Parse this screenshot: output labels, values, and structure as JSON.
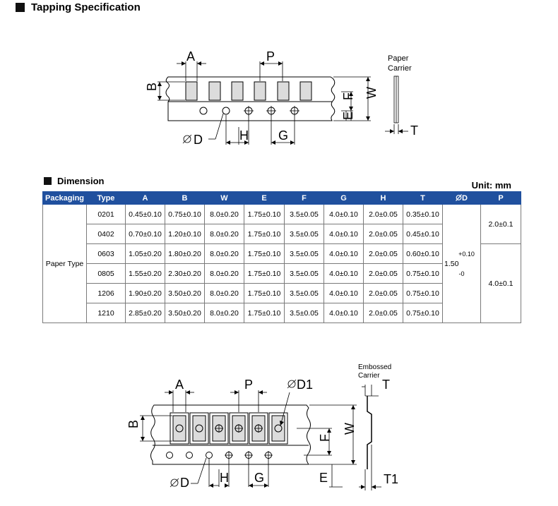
{
  "section1_title": "Tapping Specification",
  "section2_title": "Dimension",
  "unit": "Unit: mm",
  "paper_diagram": {
    "labels": {
      "A": "A",
      "P": "P",
      "B": "B",
      "E": "E",
      "F": "F",
      "W": "W",
      "D": "D",
      "H": "H",
      "G": "G",
      "T": "T"
    },
    "carrier_label_line1": "Paper",
    "carrier_label_line2": "Carrier"
  },
  "embossed_diagram": {
    "labels": {
      "A": "A",
      "P": "P",
      "D1": "D1",
      "B": "B",
      "F": "F",
      "W": "W",
      "D": "D",
      "H": "H",
      "G": "G",
      "E": "E",
      "T": "T",
      "T1": "T1"
    },
    "carrier_label_line1": "Embossed",
    "carrier_label_line2": "Carrier"
  },
  "table": {
    "headers": [
      "Packaging",
      "Type",
      "A",
      "B",
      "W",
      "E",
      "F",
      "G",
      "H",
      "T",
      "D",
      "P"
    ],
    "packaging": "Paper Type",
    "d_value": {
      "plus": "+0.10",
      "base": "1.50",
      "minus": "-0"
    },
    "p_values": [
      "2.0±0.1",
      "4.0±0.1"
    ],
    "rows": [
      {
        "type": "0201",
        "A": "0.45±0.10",
        "B": "0.75±0.10",
        "W": "8.0±0.20",
        "E": "1.75±0.10",
        "F": "3.5±0.05",
        "G": "4.0±0.10",
        "H": "2.0±0.05",
        "T": "0.35±0.10"
      },
      {
        "type": "0402",
        "A": "0.70±0.10",
        "B": "1.20±0.10",
        "W": "8.0±0.20",
        "E": "1.75±0.10",
        "F": "3.5±0.05",
        "G": "4.0±0.10",
        "H": "2.0±0.05",
        "T": "0.45±0.10"
      },
      {
        "type": "0603",
        "A": "1.05±0.20",
        "B": "1.80±0.20",
        "W": "8.0±0.20",
        "E": "1.75±0.10",
        "F": "3.5±0.05",
        "G": "4.0±0.10",
        "H": "2.0±0.05",
        "T": "0.60±0.10"
      },
      {
        "type": "0805",
        "A": "1.55±0.20",
        "B": "2.30±0.20",
        "W": "8.0±0.20",
        "E": "1.75±0.10",
        "F": "3.5±0.05",
        "G": "4.0±0.10",
        "H": "2.0±0.05",
        "T": "0.75±0.10"
      },
      {
        "type": "1206",
        "A": "1.90±0.20",
        "B": "3.50±0.20",
        "W": "8.0±0.20",
        "E": "1.75±0.10",
        "F": "3.5±0.05",
        "G": "4.0±0.10",
        "H": "2.0±0.05",
        "T": "0.75±0.10"
      },
      {
        "type": "1210",
        "A": "2.85±0.20",
        "B": "3.50±0.20",
        "W": "8.0±0.20",
        "E": "1.75±0.10",
        "F": "3.5±0.05",
        "G": "4.0±0.10",
        "H": "2.0±0.05",
        "T": "0.75±0.10"
      }
    ]
  }
}
